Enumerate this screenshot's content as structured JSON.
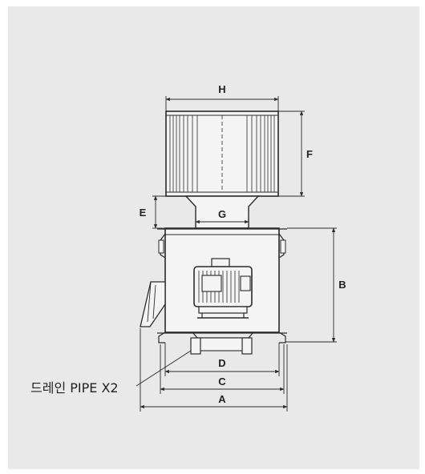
{
  "dimensions": {
    "a": "A",
    "b": "B",
    "c": "C",
    "d": "D",
    "e": "E",
    "f": "F",
    "g": "G",
    "h": "H"
  },
  "callout": {
    "drain_pipe": "드레인 PIPE X2"
  },
  "colors": {
    "background": "#e9e9e9",
    "line": "#2a2a2a",
    "fill_light": "#f4f4f4"
  }
}
